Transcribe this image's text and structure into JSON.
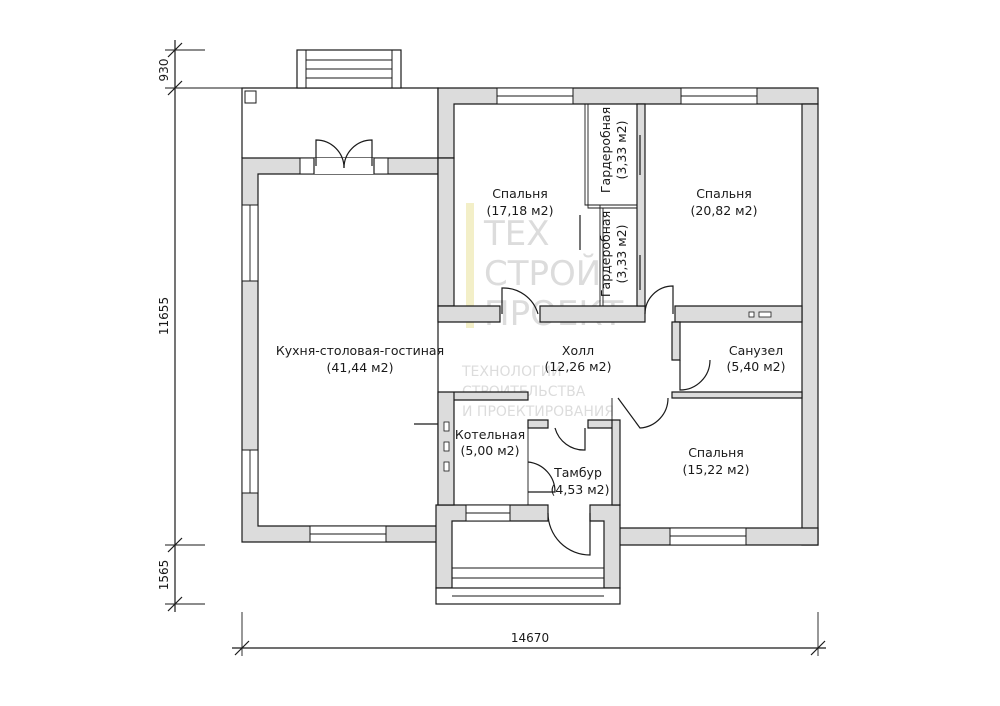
{
  "colors": {
    "wall_fill": "#dcdcdc",
    "line": "#1a1a1a",
    "watermark": "#dcdcdc"
  },
  "rooms": [
    {
      "id": "kitchen",
      "name": "Кухня-столовая-гостиная",
      "area": "(41,44 м2)"
    },
    {
      "id": "bedroom1",
      "name": "Спальня",
      "area": "(17,18 м2)"
    },
    {
      "id": "wardrobe1",
      "name": "Гардеробная",
      "area": "(3,33 м2)"
    },
    {
      "id": "wardrobe2",
      "name": "Гардеробная",
      "area": "(3,33 м2)"
    },
    {
      "id": "bedroom2",
      "name": "Спальня",
      "area": "(20,82 м2)"
    },
    {
      "id": "hall",
      "name": "Холл",
      "area": "(12,26 м2)"
    },
    {
      "id": "bathroom",
      "name": "Санузел",
      "area": "(5,40 м2)"
    },
    {
      "id": "boiler",
      "name": "Котельная",
      "area": "(5,00 м2)"
    },
    {
      "id": "vestibule",
      "name": "Тамбур",
      "area": "(4,53 м2)"
    },
    {
      "id": "bedroom3",
      "name": "Спальня",
      "area": "(15,22 м2)"
    }
  ],
  "dimensions": {
    "top_offset": "930",
    "height": "11655",
    "bottom_offset": "1565",
    "width": "14670"
  },
  "watermark": {
    "logo_lines": [
      "ТЕХ",
      "СТРОЙ",
      "ПРОЕКТ"
    ],
    "tagline_lines": [
      "ТЕХНОЛОГИИ",
      "СТРОИТЕЛЬСТВА",
      "И ПРОЕКТИРОВАНИЯ"
    ]
  }
}
